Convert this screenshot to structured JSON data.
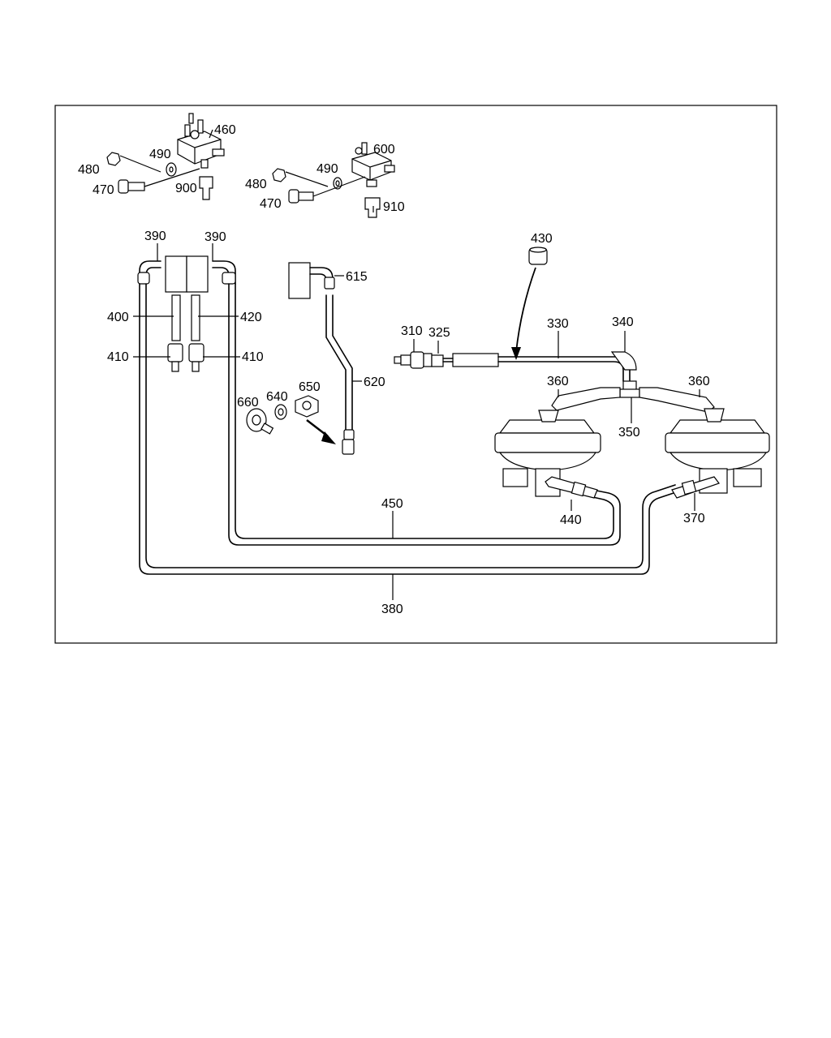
{
  "callouts": [
    {
      "id": "c460",
      "text": "460"
    },
    {
      "id": "c490a",
      "text": "490"
    },
    {
      "id": "c480a",
      "text": "480"
    },
    {
      "id": "c470a",
      "text": "470"
    },
    {
      "id": "c900",
      "text": "900"
    },
    {
      "id": "c600",
      "text": "600"
    },
    {
      "id": "c490b",
      "text": "490"
    },
    {
      "id": "c480b",
      "text": "480"
    },
    {
      "id": "c470b",
      "text": "470"
    },
    {
      "id": "c910",
      "text": "910"
    },
    {
      "id": "c390a",
      "text": "390"
    },
    {
      "id": "c390b",
      "text": "390"
    },
    {
      "id": "c400",
      "text": "400"
    },
    {
      "id": "c420",
      "text": "420"
    },
    {
      "id": "c410a",
      "text": "410"
    },
    {
      "id": "c410b",
      "text": "410"
    },
    {
      "id": "c615",
      "text": "615"
    },
    {
      "id": "c620",
      "text": "620"
    },
    {
      "id": "c660",
      "text": "660"
    },
    {
      "id": "c640",
      "text": "640"
    },
    {
      "id": "c650",
      "text": "650"
    },
    {
      "id": "c430",
      "text": "430"
    },
    {
      "id": "c310",
      "text": "310"
    },
    {
      "id": "c325",
      "text": "325"
    },
    {
      "id": "c330",
      "text": "330"
    },
    {
      "id": "c340",
      "text": "340"
    },
    {
      "id": "c360a",
      "text": "360"
    },
    {
      "id": "c360b",
      "text": "360"
    },
    {
      "id": "c350",
      "text": "350"
    },
    {
      "id": "c450",
      "text": "450"
    },
    {
      "id": "c440",
      "text": "440"
    },
    {
      "id": "c370",
      "text": "370"
    },
    {
      "id": "c380",
      "text": "380"
    }
  ]
}
